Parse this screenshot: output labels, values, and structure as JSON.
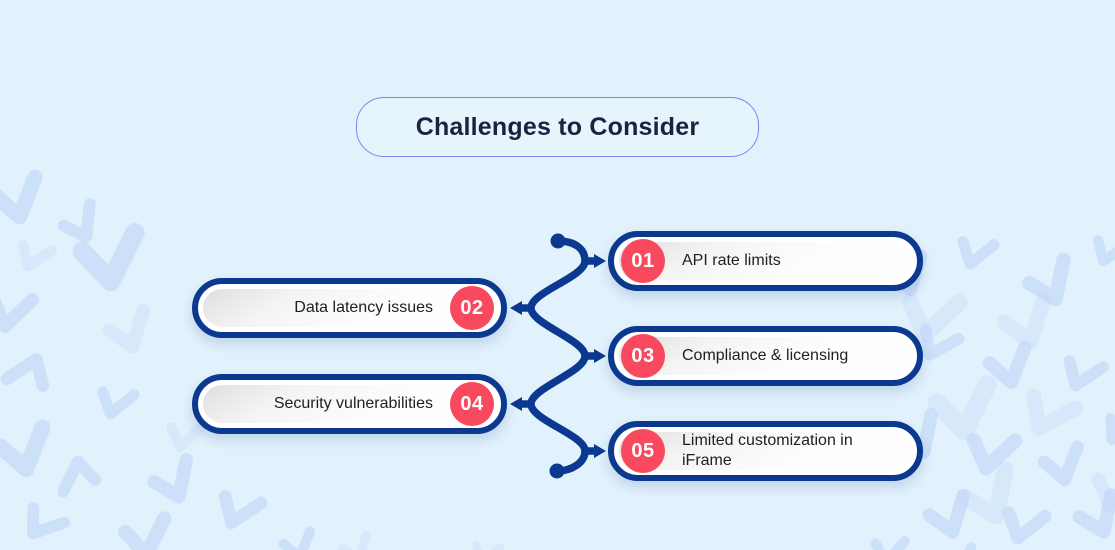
{
  "title": {
    "text": "Challenges to Consider"
  },
  "items": [
    {
      "number": "01",
      "label": "API rate limits",
      "side": "right"
    },
    {
      "number": "02",
      "label": "Data latency issues",
      "side": "left"
    },
    {
      "number": "03",
      "label": "Compliance & licensing",
      "side": "right"
    },
    {
      "number": "04",
      "label": "Security vulnerabilities",
      "side": "left"
    },
    {
      "number": "05",
      "label": "Limited customization in iFrame",
      "side": "right"
    }
  ],
  "colors": {
    "background": "#e1f2fc",
    "navy": "#0b3990",
    "red": "#f8495e",
    "pattern": "#bdd1f7",
    "title_border": "#7b86f2",
    "title_text": "#1a2240",
    "item_text": "#1f1f23"
  }
}
